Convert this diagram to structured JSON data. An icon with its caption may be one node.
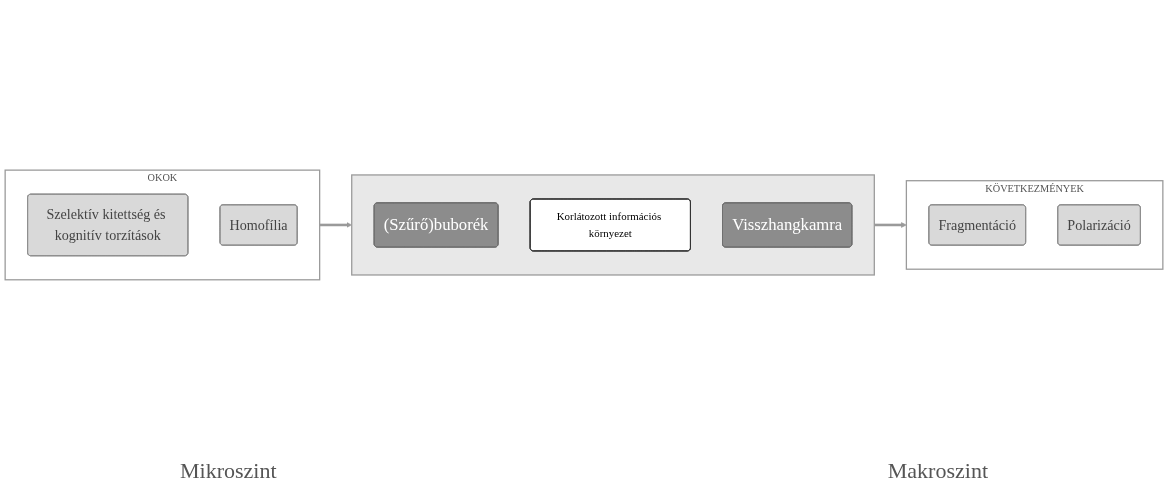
{
  "diagram": {
    "nodes": [
      {
        "text": [
          "OKOK"
        ]
      },
      {
        "text": [
          "Szelektív kitettség és kognitív torzítások"
        ],
        "in": 0
      },
      {
        "text": [
          "Homofília"
        ],
        "in": 0
      },
      {
        "text": [],
        "shape": "box"
      },
      {
        "text": [
          "(Szűrő)buborék"
        ],
        "in": 3
      },
      {
        "text": [
          "Korlátozott információs környezet"
        ],
        "in": 3
      },
      {
        "text": [
          "Visszhangkamra"
        ],
        "in": 3
      },
      {
        "text": [
          "KÖVETKEZMÉNYEK"
        ]
      },
      {
        "text": [
          "Fragmentáció"
        ],
        "in": 7
      },
      {
        "text": [
          "Polarizáció"
        ],
        "in": 7
      }
    ],
    "edges": [
      {
        "from": 0,
        "to": 3,
        "arrow": "to"
      },
      {
        "from": 3,
        "to": 7,
        "arrow": "to"
      }
    ],
    "labels": [
      "Mikroszint",
      "Makroszint"
    ]
  }
}
